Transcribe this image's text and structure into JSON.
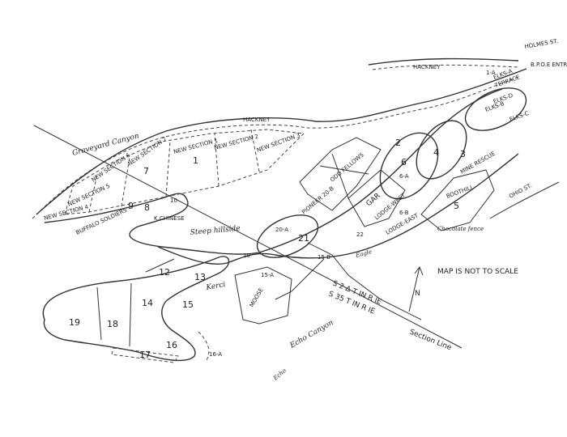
{
  "labels": {
    "graveyard_canyon": "Graveyard Canyon",
    "hackney_top": "HACKNEY",
    "hackney_road": "HACKNEY",
    "holmes_st": "HOLMES ST.",
    "bpoe_entrance": "B.P.O.E ENTRANCE",
    "ohio_st": "OHIO ST.",
    "map_not_to_scale": "MAP IS NOT TO SCALE",
    "section_line": "Section Line",
    "township_1": "S 2 Δ T IN R IE",
    "township_2": "S 35 T IN R IE",
    "echo_canyon": "Echo Canyon",
    "echo": "Echo",
    "steep_hillside": "Steep hillside",
    "buffalo_soldiers": "BUFFALO SOLDIERS",
    "chinese": "K.CHINESE",
    "boothill": "BOOTHILL",
    "chocolate_fence": "Chocolate fence",
    "new_section_4": "NEW SECTION 4",
    "new_section_6": "NEW SECTION 6",
    "new_section_7": "NEW SECTION 7",
    "new_section_1": "NEW SECTION 1",
    "new_section_2": "NEW SECTION 2",
    "new_section_3": "NEW SECTION 3",
    "new_section_5": "NEW SECTION 5",
    "elks_a": "ELKS-A",
    "elks_b": "ELKS-B",
    "elks_c": "ELKS-C",
    "elks_d": "ELKS-D",
    "elks_terrace": "TERRACE",
    "mine_rescue": "MINE RESCUE",
    "gar": "GAR",
    "lodge_west": "LODGE-WEST",
    "lodge_east": "LODGE-EAST",
    "moose": "MOOSE",
    "pioneer": "PIONEER 20-B",
    "eagle": "Eagle",
    "kerci": "Kerci",
    "odd_fellows": "ODD FELLOWS",
    "north": "N"
  },
  "sections": [
    "1",
    "1-A",
    "2",
    "3",
    "4",
    "5",
    "6",
    "6-A",
    "6-B",
    "7",
    "8",
    "9",
    "10",
    "12",
    "13",
    "14",
    "15",
    "15-A",
    "15-B",
    "16",
    "16-A",
    "17",
    "18",
    "19",
    "20",
    "20-A",
    "21",
    "22"
  ]
}
